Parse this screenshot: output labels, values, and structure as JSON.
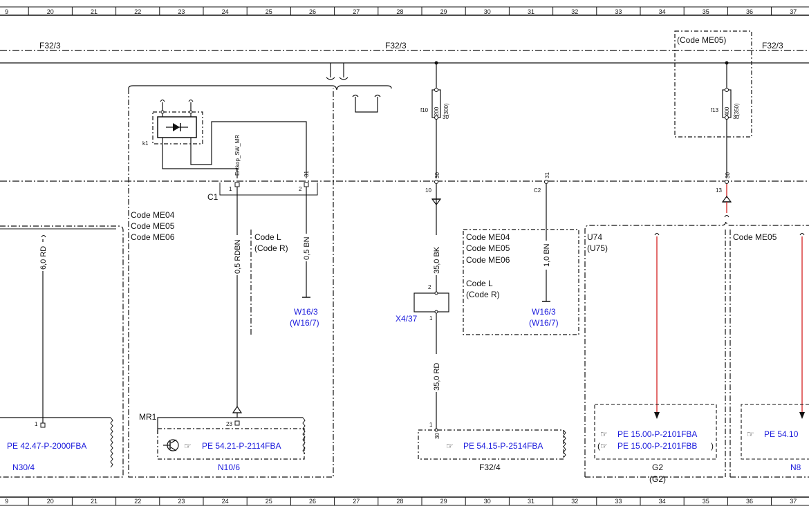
{
  "ruler": {
    "numbers": [
      "9",
      "20",
      "21",
      "22",
      "23",
      "24",
      "25",
      "26",
      "27",
      "28",
      "29",
      "30",
      "31",
      "32",
      "33",
      "34",
      "35",
      "36",
      "37"
    ]
  },
  "colors": {
    "ink": "#111111",
    "link": "#1a1adc",
    "wire_red": "#d42020"
  },
  "bus": {
    "label_left": "F32/3",
    "label_mid": "F32/3",
    "label_right": "F32/3"
  },
  "code_me05_box": {
    "label": "(Code ME05)"
  },
  "fuses": {
    "f10": {
      "name": "f10",
      "rating": "200",
      "alt_rating": "(300)",
      "pin": "30"
    },
    "f13": {
      "name": "f13",
      "rating": "400",
      "alt_rating": "(350)",
      "pin": "30"
    }
  },
  "relay": {
    "name": "k1",
    "signal": "Entkop_SW_MR",
    "pin_31": "31"
  },
  "connector_c1": {
    "name": "C1",
    "pin1": "1",
    "pin2": "2"
  },
  "connector_c2": {
    "name": "C2",
    "pin": "31"
  },
  "codes_block_1": [
    "Code ME04",
    "Code ME05",
    "Code ME06"
  ],
  "codes_block_2": [
    "Code ME04",
    "Code ME05",
    "Code ME06"
  ],
  "code_l_1": [
    "Code L",
    "(Code R)"
  ],
  "code_l_2": [
    "Code L",
    "(Code R)"
  ],
  "code_me05_right": "Code ME05",
  "u74": [
    "U74",
    "(U75)"
  ],
  "wires": {
    "w_60rd": "6,0 RD",
    "w_05rdbn": "0,5 RDBN",
    "w_05bn": "0,5 BN",
    "w_350bk": "35,0 BK",
    "w_10bn": "1,0 BN",
    "w_350rd": "35,0 RD"
  },
  "ground_refs": {
    "w16_1": [
      "W16/3",
      "(W16/7)"
    ],
    "w16_2": [
      "W16/3",
      "(W16/7)"
    ]
  },
  "x4_37": {
    "name": "X4/37",
    "pin_top": "2",
    "pin_bot": "1"
  },
  "pins": {
    "p10": "10",
    "p13": "13",
    "p30a": "30",
    "p30b": "30",
    "p1_n30": "1",
    "p23": "23",
    "p1_f32": "1",
    "p30_f32": "30",
    "mr1": "MR1"
  },
  "components": {
    "n30_4": {
      "ref": "PE 42.47-P-2000FBA",
      "name": "N30/4"
    },
    "n10_6": {
      "ref": "PE 54.21-P-2114FBA",
      "name": "N10/6"
    },
    "f32_4": {
      "ref": "PE 54.15-P-2514FBA",
      "name": "F32/4"
    },
    "g2": {
      "ref1": "PE 15.00-P-2101FBA",
      "ref2": "PE 15.00-P-2101FBB",
      "name": "G2",
      "alt": "(G2)"
    },
    "n8": {
      "ref": "PE 54.10",
      "name": "N8"
    }
  }
}
